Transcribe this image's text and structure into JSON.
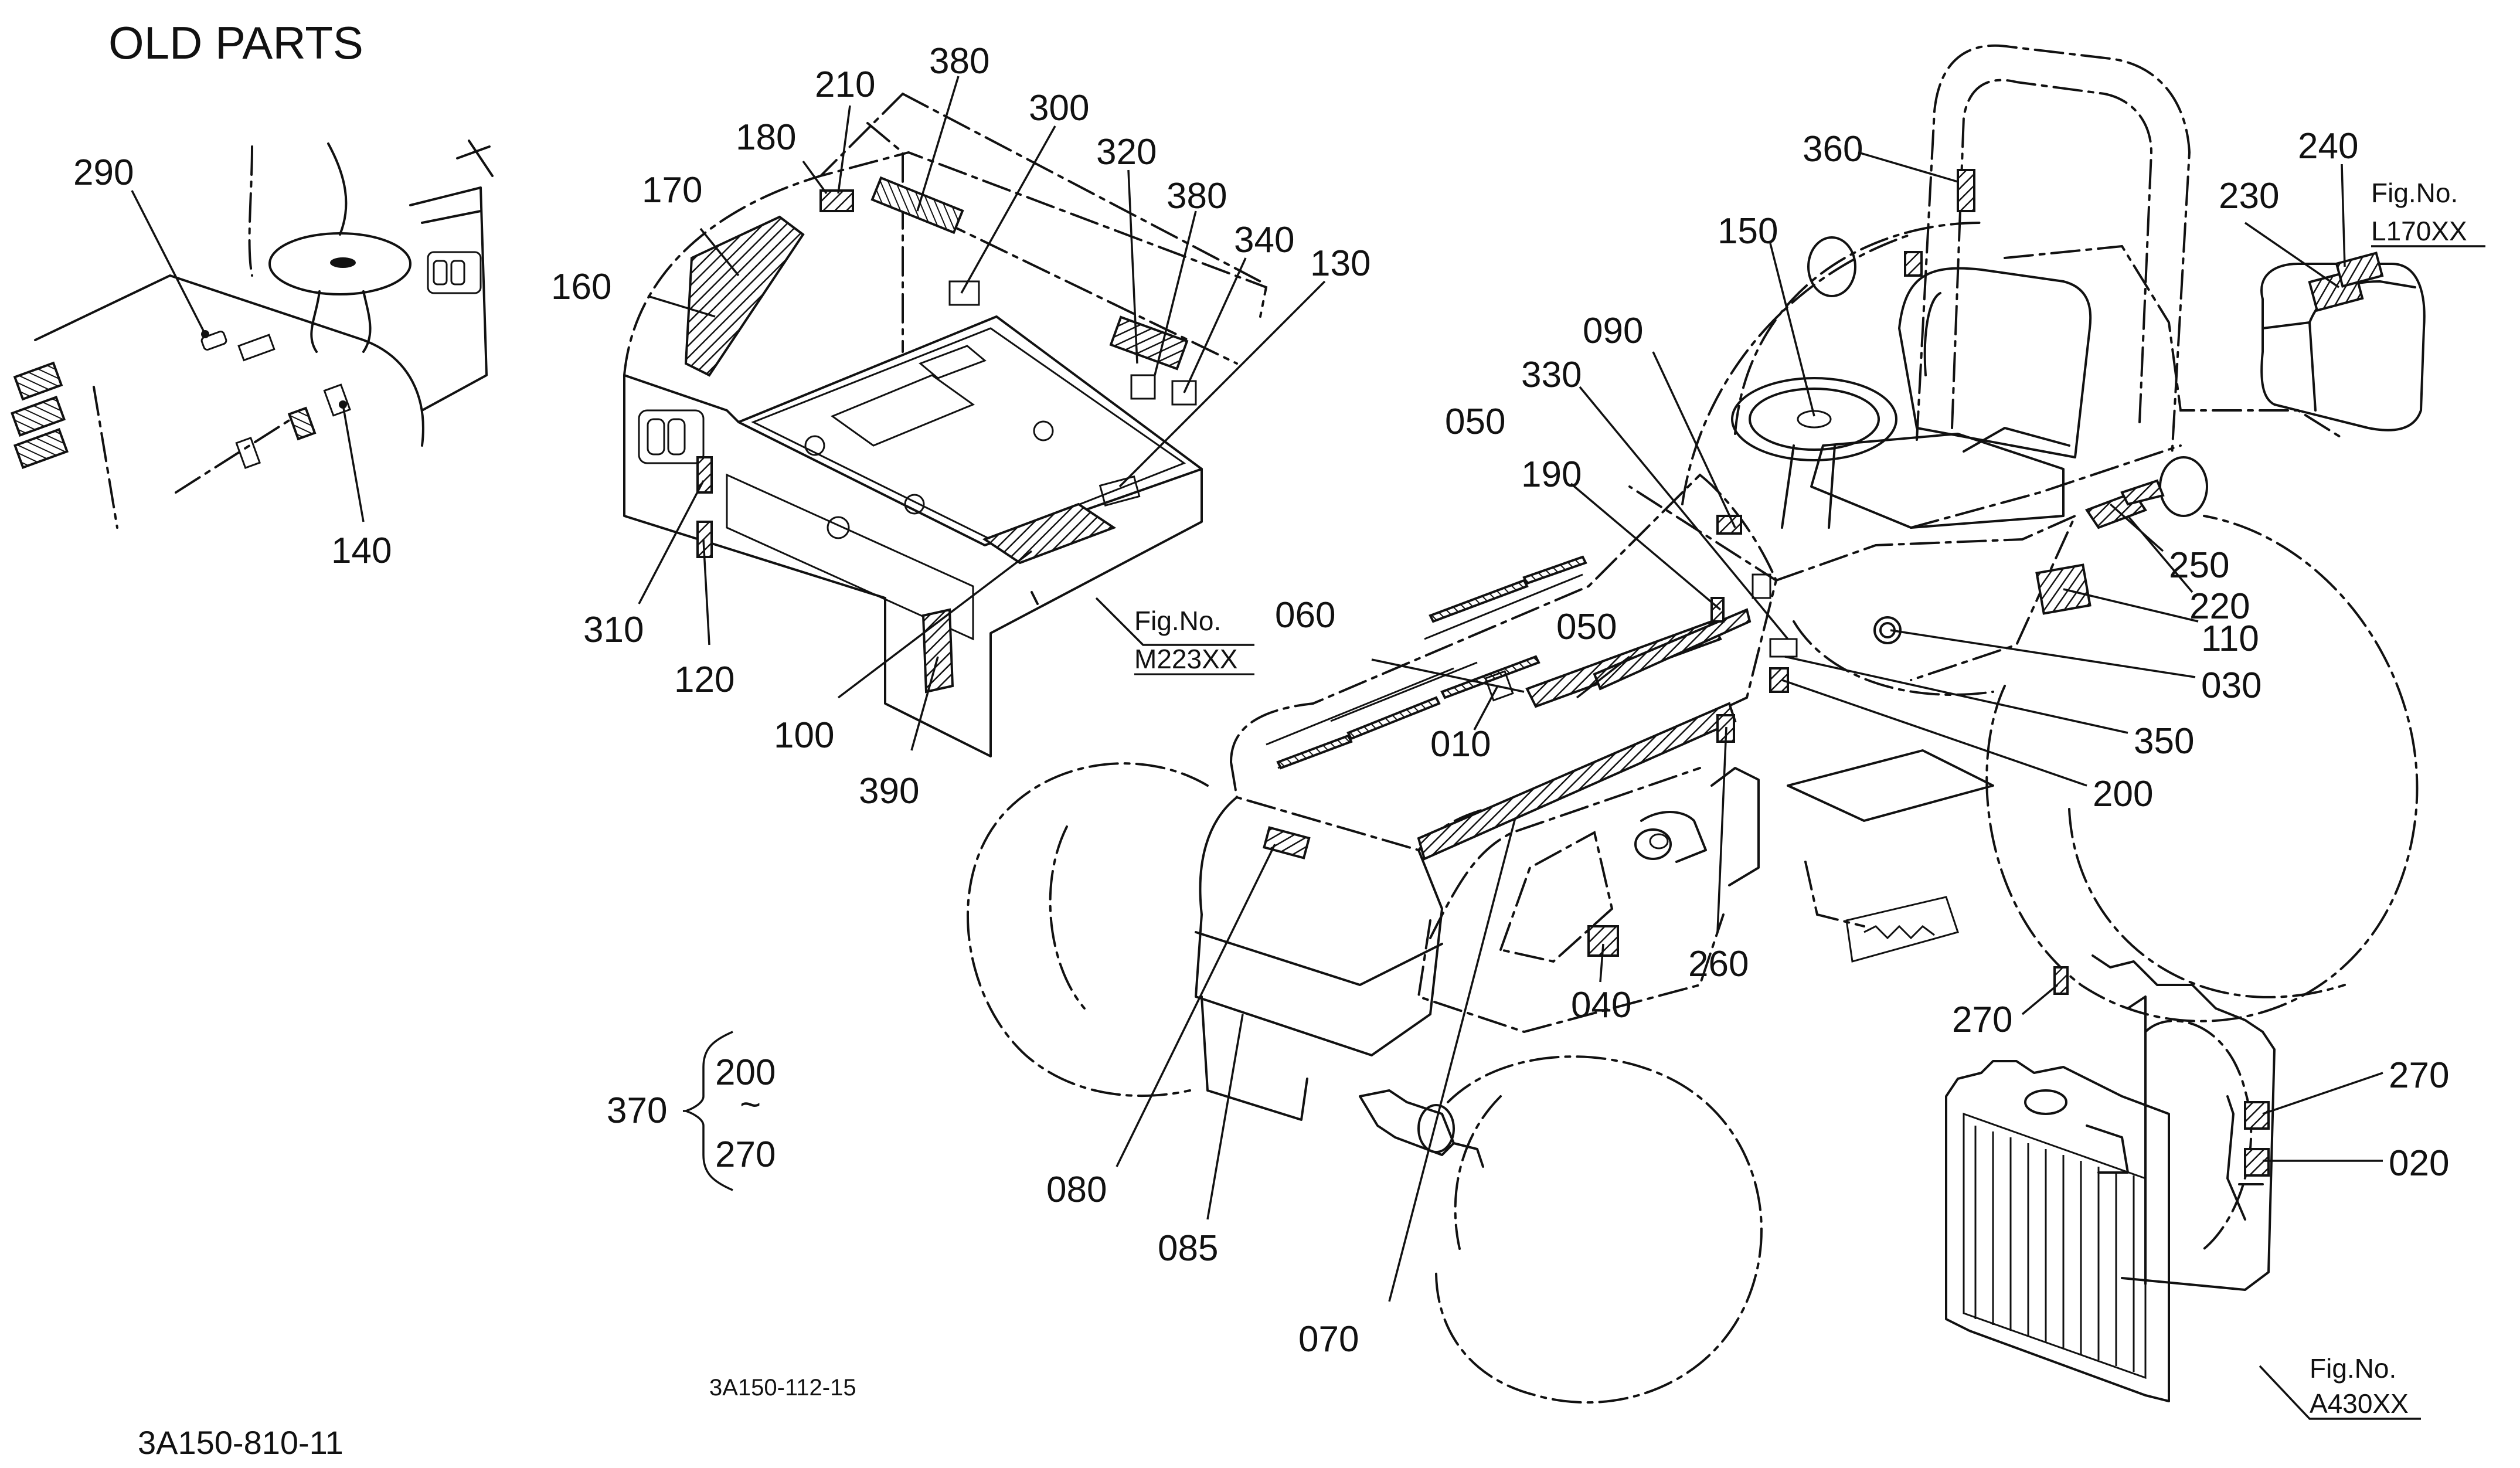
{
  "title": "OLD PARTS",
  "drawing_code": "3A150-112-15",
  "page_code": "3A150-810-11",
  "part_labels": {
    "p290": "290",
    "p140": "140",
    "p210": "210",
    "p380a": "380",
    "p300": "300",
    "p320": "320",
    "p380b": "380",
    "p340": "340",
    "p130": "130",
    "p180": "180",
    "p170": "170",
    "p160": "160",
    "p310": "310",
    "p120": "120",
    "p100": "100",
    "p390": "390",
    "p360": "360",
    "p240": "240",
    "p230": "230",
    "p150": "150",
    "p090": "090",
    "p330": "330",
    "p050a": "050",
    "p190": "190",
    "p050b": "050",
    "p060": "060",
    "p010": "010",
    "p250": "250",
    "p220": "220",
    "p110": "110",
    "p030": "030",
    "p350": "350",
    "p200": "200",
    "p260": "260",
    "p040": "040",
    "p270a": "270",
    "p270b": "270",
    "p020": "020",
    "p080": "080",
    "p085": "085",
    "p070": "070",
    "p370": "370",
    "range_start": "200",
    "range_tilde": "~",
    "range_end": "270"
  },
  "figure_refs": {
    "m223": {
      "caption": "Fig.No.",
      "number": "M223XX"
    },
    "l170": {
      "caption": "Fig.No.",
      "number": "L170XX"
    },
    "a430": {
      "caption": "Fig.No.",
      "number": "A430XX"
    }
  }
}
